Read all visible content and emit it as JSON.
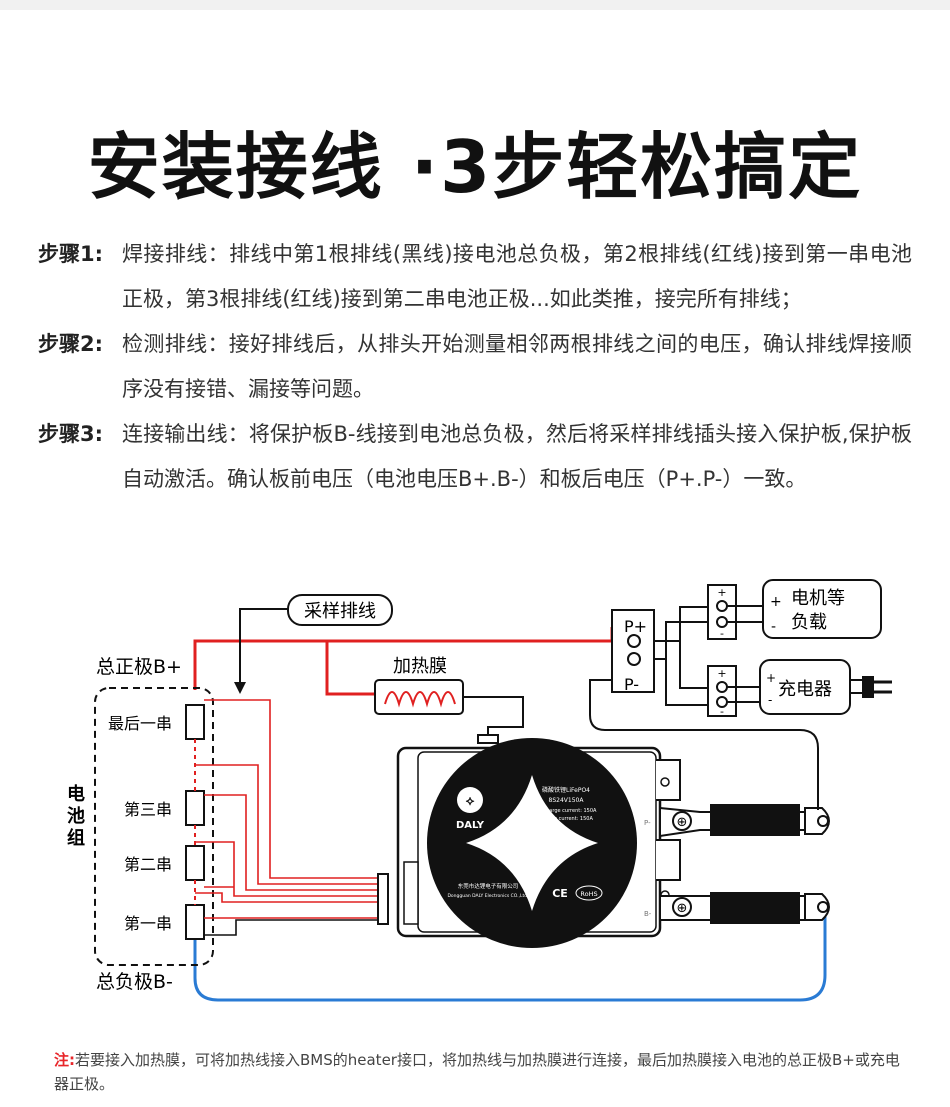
{
  "title": "安装接线 ·3步轻松搞定",
  "steps": [
    {
      "label": "步骤1:",
      "text": "焊接排线：排线中第1根排线(黑线)接电池总负极，第2根排线(红线)接到第一串电池正极，第3根排线(红线)接到第二串电池正极...如此类推，接完所有排线；"
    },
    {
      "label": "步骤2:",
      "text": "检测排线：接好排线后，从排头开始测量相邻两根排线之间的电压，确认排线焊接顺序没有接错、漏接等问题。"
    },
    {
      "label": "步骤3:",
      "text": "连接输出线：将保护板B-线接到电池总负极，然后将采样排线插头接入保护板,保护板自动激活。确认板前电压（电池电压B+.B-）和板后电压（P+.P-）一致。"
    }
  ],
  "diagram": {
    "sampling_cable": "采样排线",
    "heater_film": "加热膜",
    "total_positive": "总正极B+",
    "total_negative": "总负极B-",
    "battery_pack": "电池组",
    "cells": [
      "最后一串",
      "第三串",
      "第二串",
      "第一串"
    ],
    "p_plus": "P+",
    "p_minus": "P-",
    "load": "电机等负载",
    "charger": "充电器",
    "plus_sign": "+",
    "minus_sign": "-",
    "bms": {
      "brand": "DALY",
      "product": "磷酸铁锂LiFePO4",
      "model": "8S24V150A",
      "discharge": "Discharge current: 150A",
      "charge": "Charge    current: 150A",
      "company_cn": "东莞市达锂电子有限公司",
      "company_en": "Dongguan DALY Electronics CO.,Ltd.",
      "ce": "CE",
      "rohs": "RoHS",
      "port_p": "P-",
      "port_b": "B-"
    }
  },
  "note": {
    "label": "注:",
    "text": "若要接入加热膜，可将加热线接入BMS的heater接口，将加热线与加热膜进行连接，最后加热膜接入电池的总正极B+或充电器正极。"
  },
  "colors": {
    "red_wire": "#e02020",
    "blue_wire": "#2a7bd4",
    "black": "#111111",
    "note_red": "#e8262a"
  }
}
